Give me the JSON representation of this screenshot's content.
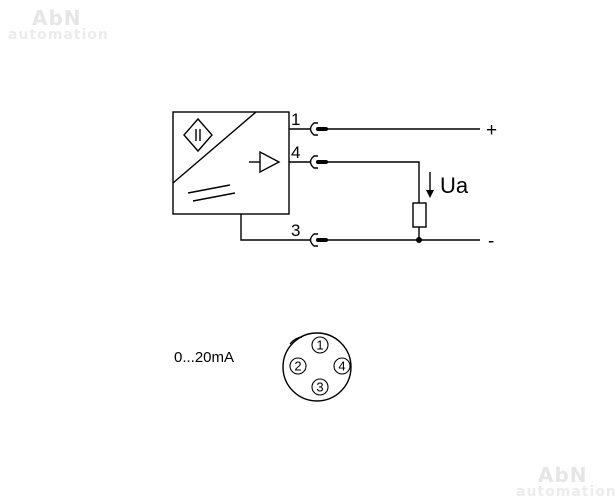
{
  "watermark": {
    "title": "AbN",
    "subtitle": "automation"
  },
  "sensor": {
    "pins": {
      "pin1": {
        "number": "1",
        "terminal": "+"
      },
      "pin4": {
        "number": "4"
      },
      "pin3": {
        "number": "3",
        "terminal": "-"
      }
    },
    "output_voltage_label": "Ua"
  },
  "output_range": "0...20mA",
  "connector": {
    "pins": [
      "1",
      "2",
      "3",
      "4"
    ]
  }
}
